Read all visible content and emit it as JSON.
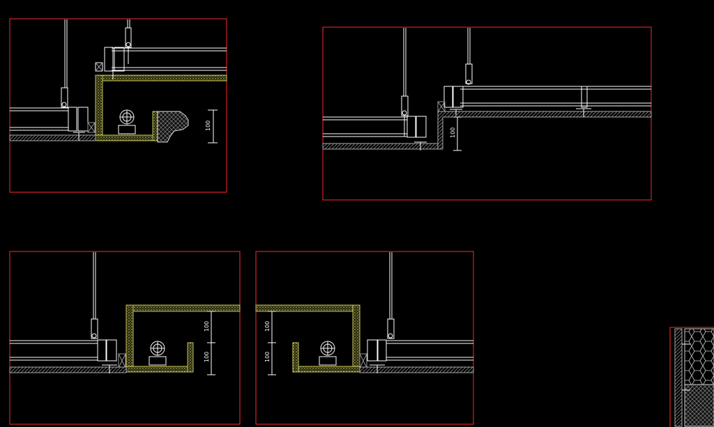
{
  "drawing": {
    "background": "#000000",
    "frame_color": "#ff2a2a",
    "line_color": "#ffffff",
    "hatch_color": "#c8c860"
  },
  "details": {
    "top_left": {
      "dimension": "100"
    },
    "top_right": {
      "dimension": "100"
    },
    "bottom_left": {
      "dimension_upper": "100",
      "dimension_lower": "100"
    },
    "bottom_right": {
      "dimension_upper": "100",
      "dimension_lower": "100"
    }
  }
}
